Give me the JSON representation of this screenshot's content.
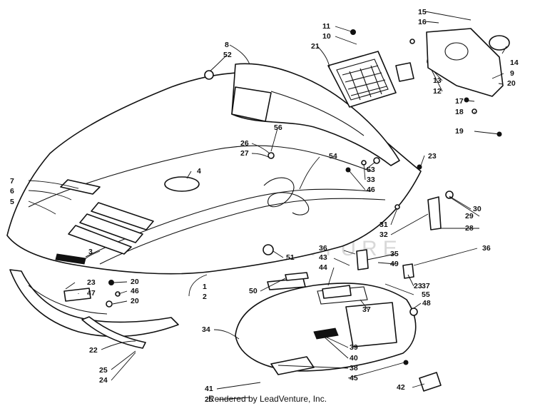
{
  "diagram": {
    "watermark": "LEADVENTURE",
    "credit": "Rendered by LeadVenture, Inc.",
    "labels": [
      "1",
      "2",
      "3",
      "4",
      "5",
      "6",
      "7",
      "8",
      "9",
      "10",
      "11",
      "12",
      "13",
      "14",
      "15",
      "16",
      "17",
      "18",
      "19",
      "20",
      "20",
      "20",
      "21",
      "22",
      "23",
      "23",
      "23",
      "24",
      "25",
      "25",
      "26",
      "27",
      "28",
      "29",
      "30",
      "31",
      "32",
      "33",
      "34",
      "35",
      "36",
      "36",
      "37",
      "37",
      "38",
      "39",
      "40",
      "41",
      "42",
      "43",
      "44",
      "45",
      "46",
      "46",
      "47",
      "48",
      "49",
      "50",
      "51",
      "52",
      "53",
      "54",
      "55",
      "56"
    ]
  }
}
